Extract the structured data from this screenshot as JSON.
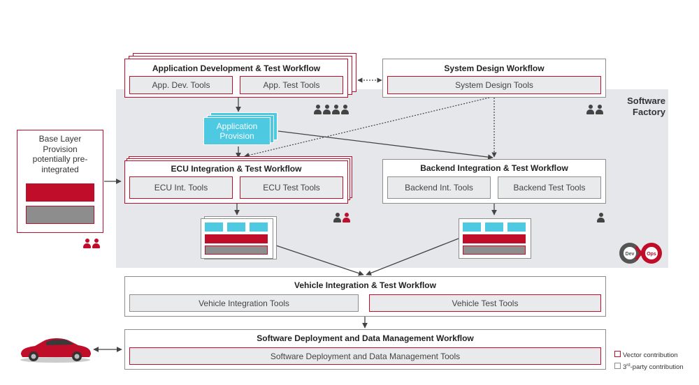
{
  "software_factory": {
    "label_line1": "Software",
    "label_line2": "Factory"
  },
  "base_layer": {
    "line1": "Base Layer",
    "line2": "Provision",
    "line3": "potentially pre-",
    "line4": "integrated"
  },
  "app_dev": {
    "title": "Application Development & Test Workflow",
    "tool1": "App. Dev. Tools",
    "tool2": "App. Test Tools"
  },
  "system_design": {
    "title": "System Design Workflow",
    "tool1": "System Design Tools"
  },
  "app_provision": {
    "line1": "Application",
    "line2": "Provision"
  },
  "ecu": {
    "title": "ECU Integration & Test Workflow",
    "tool1": "ECU Int. Tools",
    "tool2": "ECU Test Tools"
  },
  "backend": {
    "title": "Backend Integration & Test Workflow",
    "tool1": "Backend Int. Tools",
    "tool2": "Backend Test Tools"
  },
  "vehicle": {
    "title": "Vehicle Integration & Test Workflow",
    "tool1": "Vehicle Integration Tools",
    "tool2": "Vehicle Test Tools"
  },
  "deployment": {
    "title": "Software Deployment and Data Management Workflow",
    "tool1": "Software Deployment and Data Management Tools"
  },
  "devops": {
    "dev": "Dev",
    "ops": "Ops"
  },
  "legend": {
    "vector": "Vector contribution",
    "third_prefix": "3",
    "third_sup": "rd",
    "third_suffix": "-party contribution"
  },
  "colors": {
    "vector_red": "#c00d2a",
    "third_party_gray": "#8d8d8d",
    "provision_cyan": "#4dc9e2",
    "factory_bg": "#e5e7ea"
  },
  "icons": [
    "person-icon",
    "car-icon",
    "devops-icon"
  ]
}
